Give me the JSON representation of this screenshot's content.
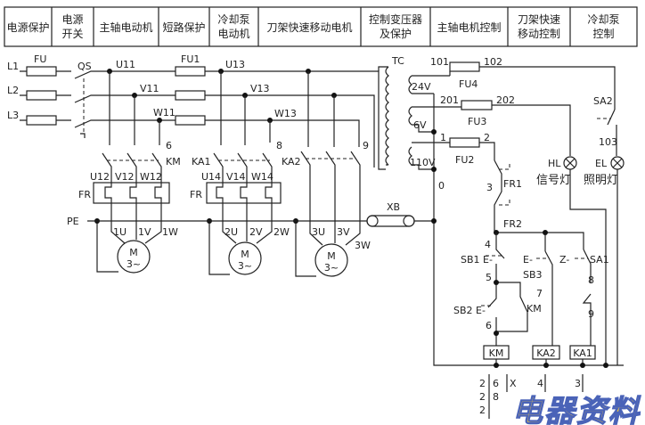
{
  "header": [
    "电源保护",
    "电源\n开关",
    "主轴电动机",
    "短路保护",
    "冷却泵\n电动机",
    "刀架快速移动电机",
    "控制变压器\n及保护",
    "主轴电机控制",
    "刀架快速\n移动控制",
    "冷却泵\n控制"
  ],
  "power": {
    "l1": "L1",
    "l2": "L2",
    "l3": "L3",
    "fu": "FU",
    "qs": "QS",
    "u11": "U11",
    "v11": "V11",
    "w11": "W11",
    "fu1": "FU1",
    "u13": "U13",
    "v13": "V13",
    "w13": "W13",
    "pe": "PE",
    "n6": "6",
    "n8": "8",
    "n9": "9"
  },
  "spindle": {
    "km": "KM",
    "u12": "U12",
    "v12": "V12",
    "w12": "W12",
    "fr": "FR",
    "t1": "1U",
    "t2": "1V",
    "t3": "1W",
    "motor": "M",
    "motor_sub": "3~"
  },
  "coolant": {
    "ka1": "KA1",
    "u14": "U14",
    "v14": "V14",
    "w14": "W14",
    "fr": "FR",
    "t1": "2U",
    "t2": "2V",
    "t3": "2W",
    "motor": "M",
    "motor_sub": "3~"
  },
  "rapid": {
    "ka2": "KA2",
    "t1": "3U",
    "t2": "3V",
    "t3": "3W",
    "motor": "M",
    "motor_sub": "3~"
  },
  "transformer": {
    "tc": "TC",
    "v24": "24V",
    "v6": "6V",
    "v110": "110V",
    "xb": "XB",
    "zero": "0"
  },
  "control": {
    "n101": "101",
    "n102": "102",
    "fu4": "FU4",
    "n201": "201",
    "n202": "202",
    "fu3": "FU3",
    "n1": "1",
    "n2": "2",
    "fu2": "FU2",
    "n3": "3",
    "fr1": "FR1",
    "fr2": "FR2",
    "n4": "4",
    "sb1": "SB1 E-",
    "n5": "5",
    "sb3": "SB3",
    "sb3e": "E-",
    "n7": "7",
    "km_contact": "KM",
    "sb2": "SB2 E-",
    "n6": "6",
    "sa1": "SA1",
    "sa1k": "Z-",
    "n8": "8",
    "n9": "9",
    "sa2": "SA2",
    "n103": "103",
    "hl": "HL",
    "hl_name": "信号灯",
    "el": "EL",
    "el_name": "照明灯",
    "coil_km": "KM",
    "coil_ka2": "KA2",
    "coil_ka1": "KA1"
  },
  "cross_ref": {
    "km_col1": [
      "2",
      "2",
      "2"
    ],
    "km_col2": [
      "6",
      "8"
    ],
    "km_col3": [
      "X"
    ],
    "ka2": "4",
    "ka1": "3"
  },
  "watermark": "电器资料"
}
